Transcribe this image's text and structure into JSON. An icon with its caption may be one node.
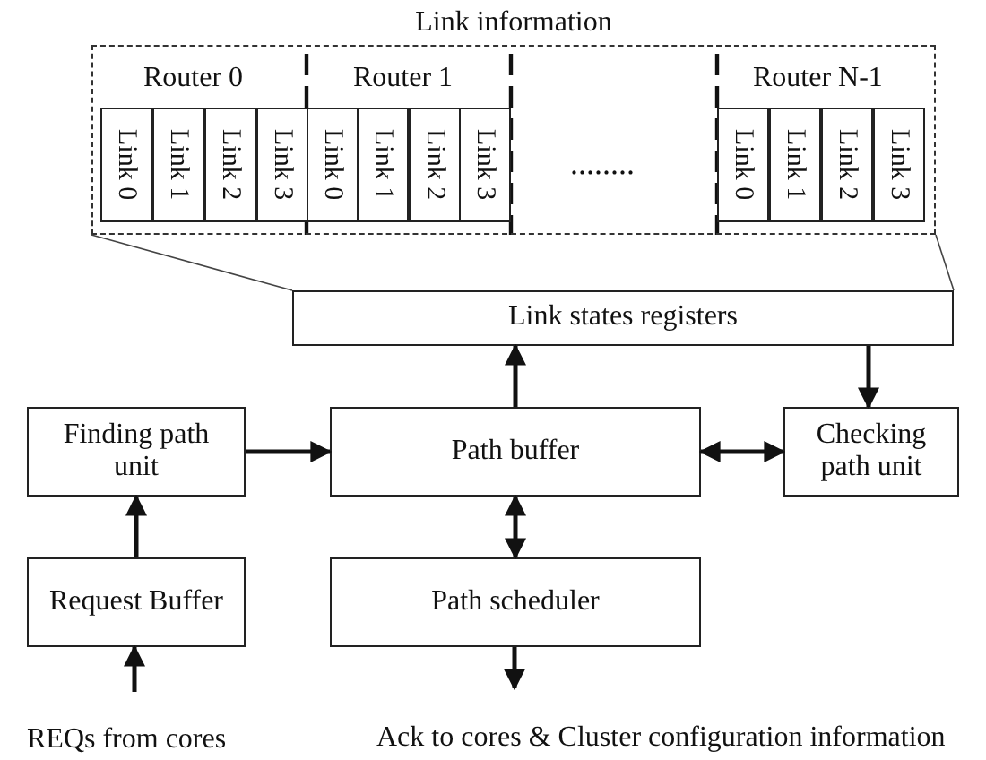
{
  "diagram": {
    "nodes": [
      {
        "text": [
          "Link information"
        ]
      },
      {
        "text": [
          "Link 0"
        ],
        "in": 0
      },
      {
        "text": [
          "Link 1"
        ],
        "in": 0
      },
      {
        "text": [
          "Link 2"
        ],
        "in": 0
      },
      {
        "text": [
          "Link 3"
        ],
        "in": 0
      },
      {
        "text": [
          "Link 0"
        ],
        "in": 0
      },
      {
        "text": [
          "Link 1"
        ],
        "in": 0
      },
      {
        "text": [
          "Link 2"
        ],
        "in": 0
      },
      {
        "text": [
          "Link 3"
        ],
        "in": 0
      },
      {
        "text": [
          "Link 0"
        ],
        "in": 0
      },
      {
        "text": [
          "Link 1"
        ],
        "in": 0
      },
      {
        "text": [
          "Link 2"
        ],
        "in": 0
      },
      {
        "text": [
          "Link 3"
        ],
        "in": 0
      },
      {
        "text": [
          "Link states registers"
        ]
      },
      {
        "text": [
          "Finding path unit"
        ]
      },
      {
        "text": [
          "Path buffer"
        ]
      },
      {
        "text": [
          "Checking path unit"
        ]
      },
      {
        "text": [
          "Request Buffer"
        ]
      },
      {
        "text": [
          "Path scheduler"
        ]
      }
    ],
    "edges": [
      {
        "from": 15,
        "to": 13,
        "arrow": "to"
      },
      {
        "from": 13,
        "to": 16,
        "arrow": "to"
      },
      {
        "from": 14,
        "to": 15,
        "arrow": "to"
      },
      {
        "from": 15,
        "to": 16,
        "arrow": "both"
      },
      {
        "from": 15,
        "to": 18,
        "arrow": "both"
      },
      {
        "from": 17,
        "to": 14,
        "arrow": "to"
      },
      {
        "from": null,
        "to": 17,
        "arrow": "to"
      },
      {
        "from": 18,
        "to": null,
        "arrow": "to"
      },
      {
        "from": 0,
        "to": 13,
        "arrow": "none"
      },
      {
        "from": 0,
        "to": 13,
        "arrow": "none"
      }
    ],
    "labels": [
      "Router 0",
      "Router 1",
      "Router N-1",
      "........",
      "REQs from cores",
      "Ack to cores & Cluster configuration information"
    ]
  }
}
